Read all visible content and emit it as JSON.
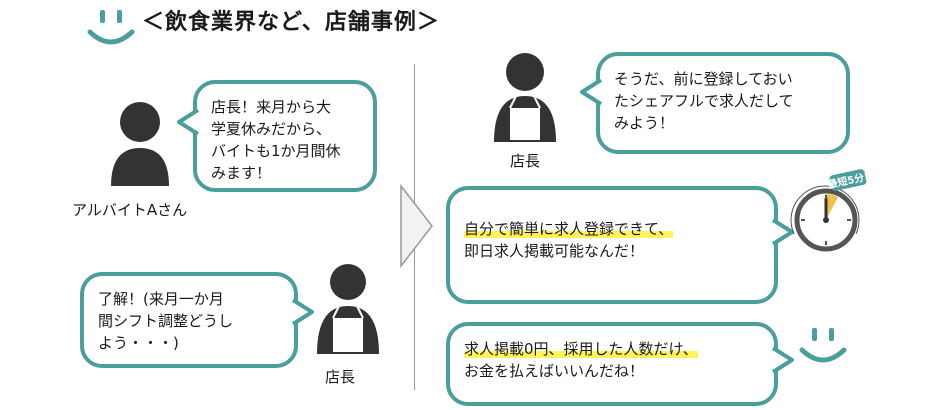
{
  "title": "＜飲食業界など、店舗事例＞",
  "left": {
    "staff_label": "アルバイトAさん",
    "staff_lines": [
      "店長！来月から大",
      "学夏休みだから、",
      "バイトも1か月間休",
      "みます！"
    ],
    "manager_reply_lines": [
      "了解！(来月一か月",
      "間シフト調整どうし",
      "よう・・・)"
    ],
    "manager_label": "店長"
  },
  "right": {
    "manager_label": "店長",
    "manager_lines": [
      "そうだ、前に登録しておい",
      "たシェアフルで求人だして",
      "みよう！"
    ],
    "message1_lines": [
      "自分で簡単に求人登録できて、",
      "即日求人掲載可能なんだ！"
    ],
    "message2_lines": [
      "求人掲載0円、採用した人数だけ、",
      "お金を払えばいいんだね！"
    ],
    "clock_badge": "最短5分!"
  },
  "colors": {
    "accent": "#4a9e9b",
    "highlight": "#fff45a",
    "person": "#333333",
    "clock_badge": "#4a9e9b",
    "clock_sector": "#f0c14b"
  },
  "icons": [
    "smile-icon",
    "person-icon",
    "apron-person-icon",
    "arrow-right-icon",
    "clock-icon"
  ]
}
